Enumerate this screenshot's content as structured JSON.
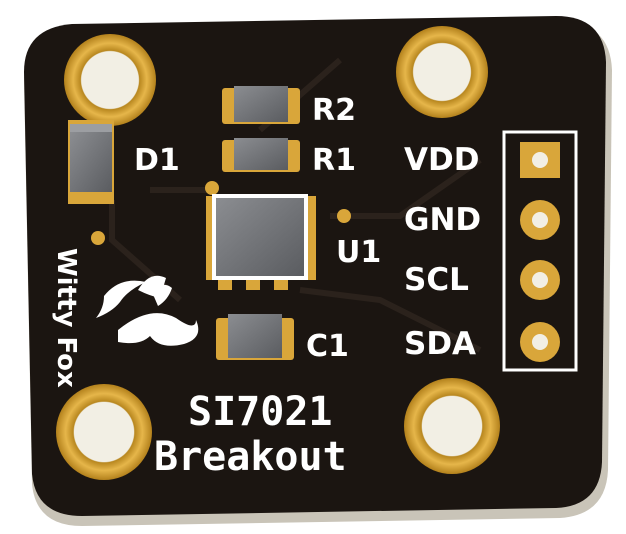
{
  "board": {
    "title_line1": "SI7021",
    "title_line2": "Breakout",
    "brand": "Witty Fox",
    "components": {
      "d1": "D1",
      "r1": "R1",
      "r2": "R2",
      "u1": "U1",
      "c1": "C1"
    },
    "pins": [
      "VDD",
      "GND",
      "SCL",
      "SDA"
    ],
    "colors": {
      "pcb": "#1b1511",
      "gold": "#d9a63a",
      "silkscreen": "#ffffff",
      "component": "#6f7175"
    }
  }
}
